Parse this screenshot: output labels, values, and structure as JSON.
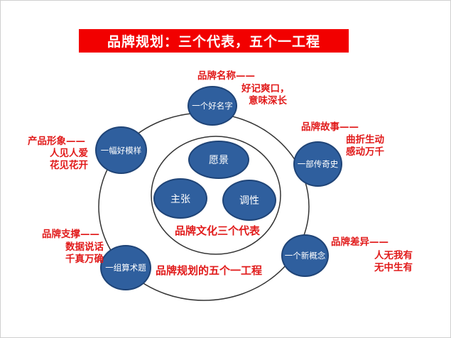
{
  "title": "品牌规划：三个代表，五个一工程",
  "colors": {
    "title_bg": "#f20000",
    "node_fill": "#2f5f9e",
    "note_text": "#e11a1a"
  },
  "inner": {
    "nodes": [
      "愿景",
      "主张",
      "调性"
    ],
    "label": "品牌文化三个代表"
  },
  "outer_label": "品牌规划的五个一工程",
  "projects": [
    {
      "node": "一个好名字",
      "heading": "品牌名称——",
      "detail": [
        "好记爽口，",
        "意味深长"
      ]
    },
    {
      "node": "一部传奇史",
      "heading": "品牌故事——",
      "detail": [
        "曲折生动",
        "感动万千"
      ]
    },
    {
      "node": "一个新概念",
      "heading": "品牌差异——",
      "detail": [
        "人无我有",
        "无中生有"
      ]
    },
    {
      "node": "一组算术题",
      "heading": "品牌支撑——",
      "detail": [
        "数据说话",
        "千真万确"
      ]
    },
    {
      "node": "一幅好模样",
      "heading": "产品形象——",
      "detail": [
        "人见人爱",
        "花见花开"
      ]
    }
  ]
}
